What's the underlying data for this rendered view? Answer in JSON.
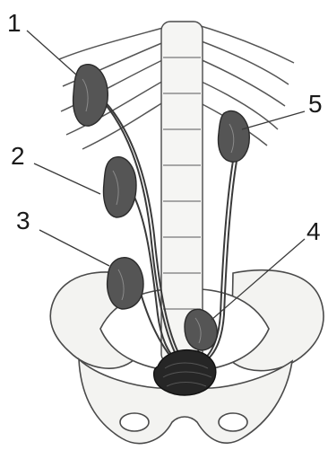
{
  "figure": {
    "callouts": [
      "1",
      "2",
      "3",
      "4",
      "5"
    ]
  },
  "colors": {
    "bone_fill": "#f3f3f1",
    "bone_stroke": "#4a4a4a",
    "kidney_fill": "#555555",
    "kidney_dark": "#2b2b2b",
    "bladder_fill": "#262626",
    "line": "#3a3a3a"
  }
}
